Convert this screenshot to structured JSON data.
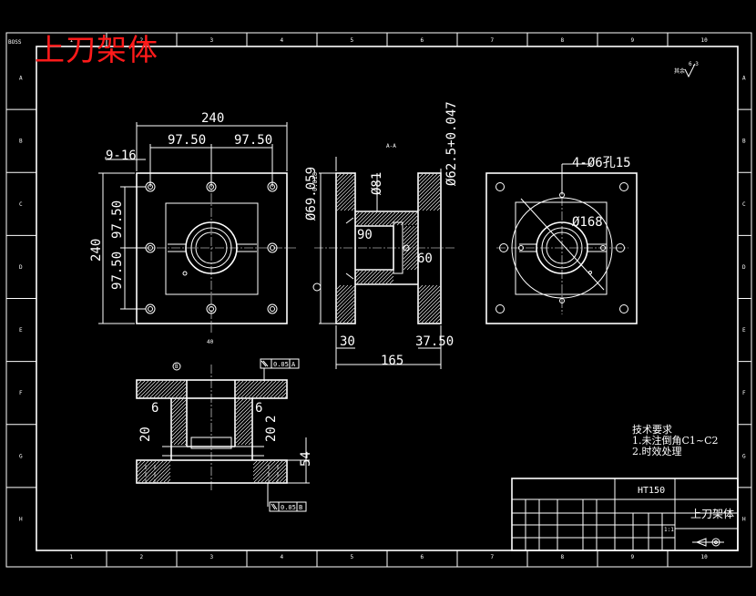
{
  "title": "上刀架体",
  "sheet": {
    "zone_columns": [
      "1",
      "2",
      "3",
      "4",
      "5",
      "6",
      "7",
      "8",
      "9",
      "10"
    ],
    "zone_rows": [
      "A",
      "B",
      "C",
      "D",
      "E",
      "F",
      "G",
      "H"
    ],
    "corner_tag": "BOSS"
  },
  "dimensions": {
    "left_view": {
      "overall_width": "240",
      "overall_height": "240",
      "pitch_top_left": "97.50",
      "pitch_top_right": "97.50",
      "pitch_side_upper": "97.50",
      "pitch_side_lower": "97.50",
      "holes": "9-16",
      "side_tag": "40"
    },
    "section_view": {
      "view_mark": "A-A",
      "bore": "Ø81",
      "outer_dia": "Ø69.059",
      "outer_dia_tol": "0.018",
      "fit": "Ø62.5+0.047",
      "angle_top": "90",
      "angle_bottom": "60",
      "flange_left": "30",
      "flange_right": "37.50",
      "overall_length": "165"
    },
    "right_view": {
      "holes": "4-Ø6孔15",
      "circle": "Ø168"
    },
    "bottom_view": {
      "tol_top": "0.05",
      "datum_top": "A",
      "tol_bottom": "0.05",
      "datum_bottom": "B",
      "dim_left_a": "6",
      "dim_left_b": "20",
      "dim_right_a": "6",
      "dim_right_b": "20",
      "dim_right_c": "2",
      "dim_height": "54",
      "marker": "B"
    }
  },
  "notes": {
    "heading": "技术要求",
    "line1": "1.未注倒角C1~C2",
    "line2": "2.时效处理"
  },
  "title_block": {
    "material": "HT150",
    "part_name": "上刀架体",
    "scale": "1:1"
  }
}
